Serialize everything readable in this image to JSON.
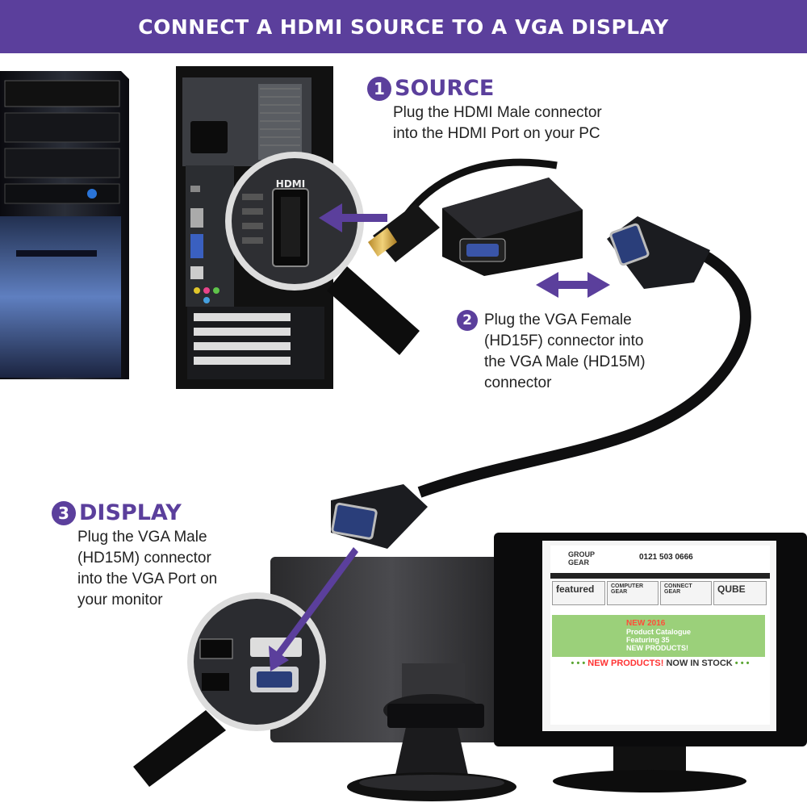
{
  "banner": {
    "title": "CONNECT A HDMI SOURCE TO A VGA DISPLAY"
  },
  "steps": [
    {
      "number": "1",
      "title": "SOURCE",
      "lines": [
        "Plug the HDMI Male connector",
        "into the HDMI Port on your PC"
      ]
    },
    {
      "number": "2",
      "lines": [
        "Plug the VGA Female",
        "(HD15F) connector into",
        "the VGA Male (HD15M)",
        "connector"
      ]
    },
    {
      "number": "3",
      "title": "DISPLAY",
      "lines": [
        "Plug the VGA Male",
        "(HD15M) connector",
        "into the VGA Port on",
        "your monitor"
      ]
    }
  ],
  "port_label": "HDMI",
  "website": {
    "logo": [
      "GROUP",
      "GEAR"
    ],
    "phone": "0121 503 0666",
    "featured": "featured",
    "tiles": [
      "COMPUTER GEAR",
      "CONNECT GEAR",
      "QUBE"
    ],
    "catalogue": {
      "new": "NEW 2016",
      "title": "Product Catalogue",
      "featuring": "Featuring 35",
      "new_products": "NEW PRODUCTS!"
    },
    "banner": {
      "dots": "• • •",
      "new": "NEW PRODUCTS!",
      "stock": "NOW IN STOCK"
    }
  },
  "colors": {
    "purple": "#5b3f9c",
    "white": "#ffffff"
  }
}
